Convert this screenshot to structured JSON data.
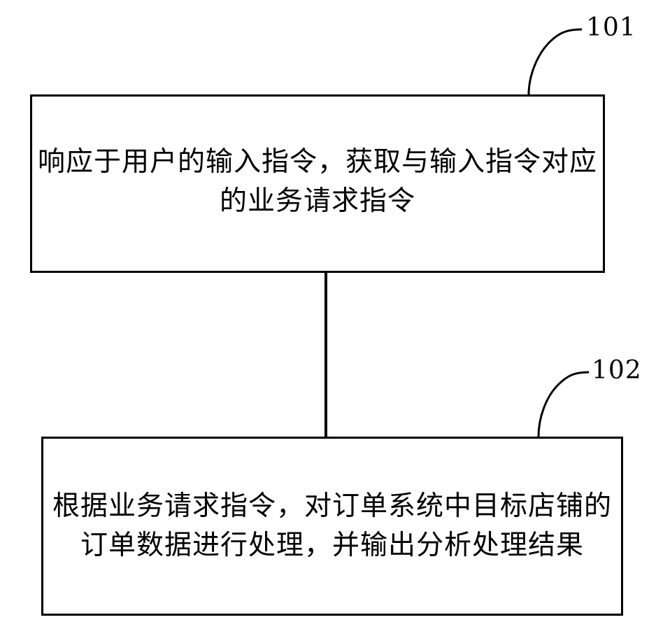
{
  "steps": [
    {
      "ref": "101",
      "text": "响应于用户的输入指令，获取与输入指令对应的业务请求指令"
    },
    {
      "ref": "102",
      "text": "根据业务请求指令，对订单系统中目标店铺的订单数据进行处理，并输出分析处理结果"
    }
  ]
}
